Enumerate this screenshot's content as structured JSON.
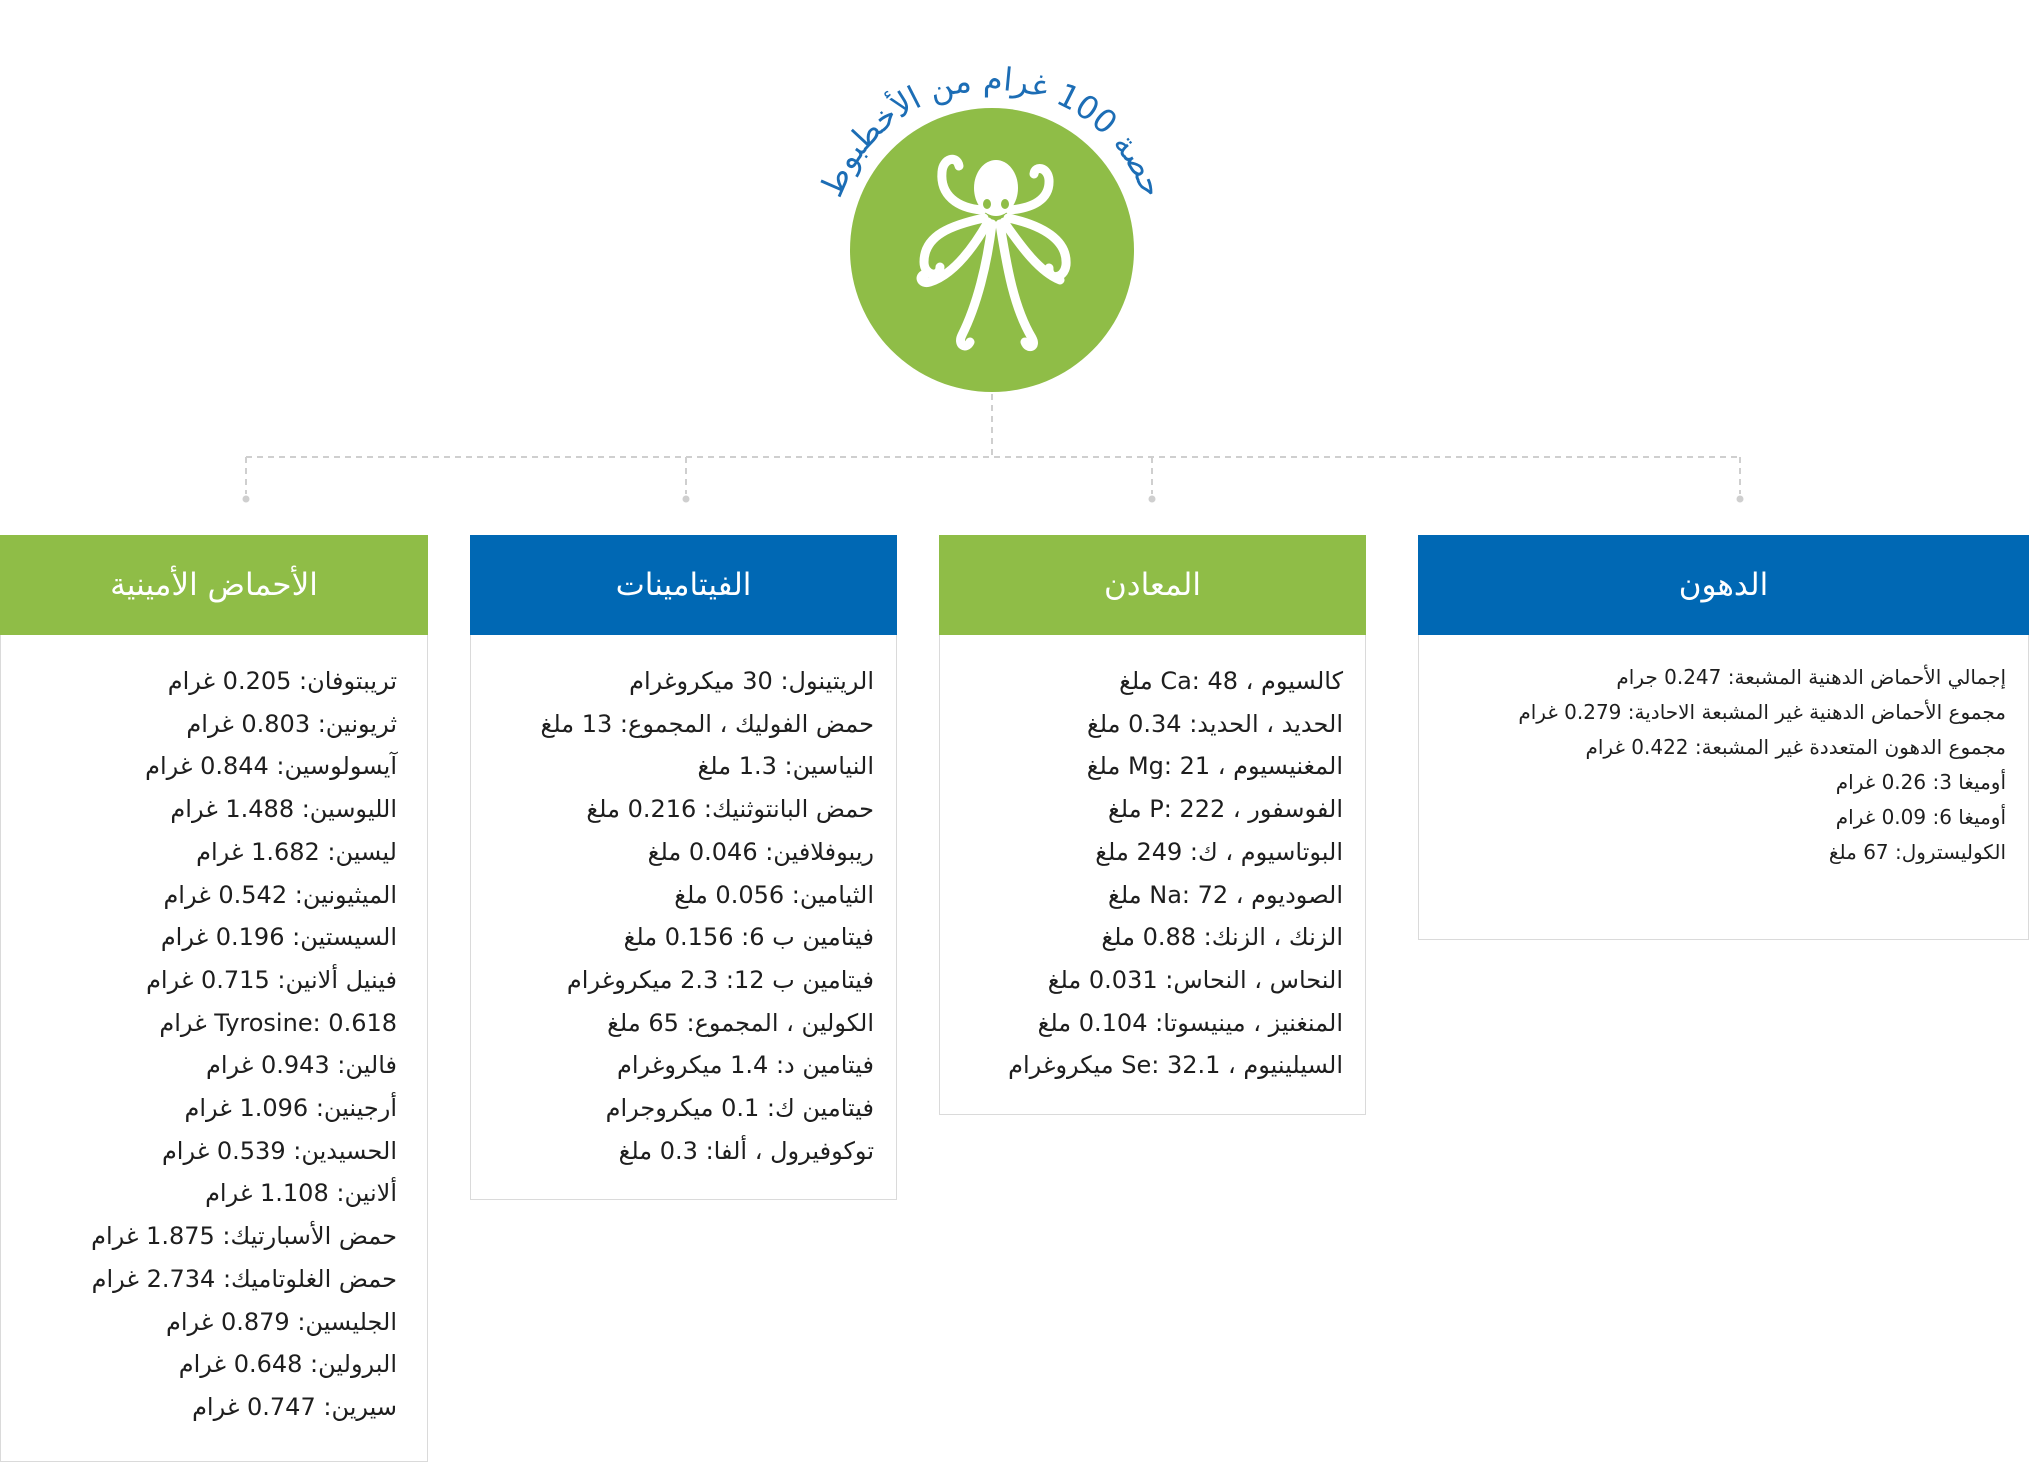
{
  "title": "حصة 100 غرام من الأخطبوط",
  "icon": "octopus-icon",
  "colors": {
    "green": "#8fbd47",
    "blue": "#0068b4",
    "title_text": "#1c6db5",
    "connector": "#cfcfcf"
  },
  "sections": {
    "fats": {
      "title": "الدهون",
      "color": "#0068b4",
      "items": [
        "إجمالي الأحماض الدهنية المشبعة: 0.247 جرام",
        "مجموع الأحماض الدهنية غير المشبعة الاحادية: 0.279 غرام",
        "مجموع الدهون المتعددة غير المشبعة: 0.422 غرام",
        "أوميغا 3: 0.26 غرام",
        "أوميغا 6: 0.09 غرام",
        "الكوليسترول: 67 ملغ"
      ]
    },
    "minerals": {
      "title": "المعادن",
      "color": "#8fbd47",
      "items": [
        "كالسيوم ، Ca: 48 ملغ",
        "الحديد ، الحديد: 0.34 ملغ",
        "المغنيسيوم ، Mg: 21 ملغ",
        "الفوسفور ، P: 222 ملغ",
        "البوتاسيوم ، ك: 249 ملغ",
        "الصوديوم ، Na: 72 ملغ",
        "الزنك ، الزنك: 0.88 ملغ",
        "النحاس ، النحاس: 0.031 ملغ",
        "المنغنيز ، مينيسوتا: 0.104 ملغ",
        "السيلينيوم ، Se: 32.1 ميكروغرام"
      ]
    },
    "vitamins": {
      "title": "الفيتامينات",
      "color": "#0068b4",
      "items": [
        "الريتينول: 30 ميكروغرام",
        "حمض الفوليك ، المجموع: 13 ملغ",
        "النياسين: 1.3 ملغ",
        "حمض البانتوثنيك: 0.216 ملغ",
        "ريبوفلافين: 0.046 ملغ",
        "الثيامين: 0.056 ملغ",
        "فيتامين ب 6: 0.156 ملغ",
        "فيتامين ب 12: 2.3 ميكروغرام",
        "الكولين ، المجموع: 65 ملغ",
        "فيتامين د: 1.4 ميكروغرام",
        "فيتامين ك: 0.1 ميكروجرام",
        "توكوفيرول ، ألفا: 0.3 ملغ"
      ]
    },
    "amino_acids": {
      "title": "الأحماض الأمينية",
      "color": "#8fbd47",
      "items": [
        "تريبتوفان: 0.205 غرام",
        "ثريونين: 0.803 غرام",
        "آيسولوسين: 0.844 غرام",
        "الليوسين: 1.488 غرام",
        "ليسين: 1.682 غرام",
        "الميثيونين: 0.542 غرام",
        "السيستين: 0.196 غرام",
        "فينيل ألانين: 0.715 غرام",
        "Tyrosine: 0.618 غرام",
        "فالين: 0.943 غرام",
        "أرجينين: 1.096 غرام",
        "الحسيدين: 0.539 غرام",
        "ألانين: 1.108 غرام",
        "حمض الأسبارتيك: 1.875 غرام",
        "حمض الغلوتاميك: 2.734 غرام",
        "الجليسين: 0.879 غرام",
        "البرولين: 0.648 غرام",
        "سيرين: 0.747 غرام"
      ]
    }
  }
}
